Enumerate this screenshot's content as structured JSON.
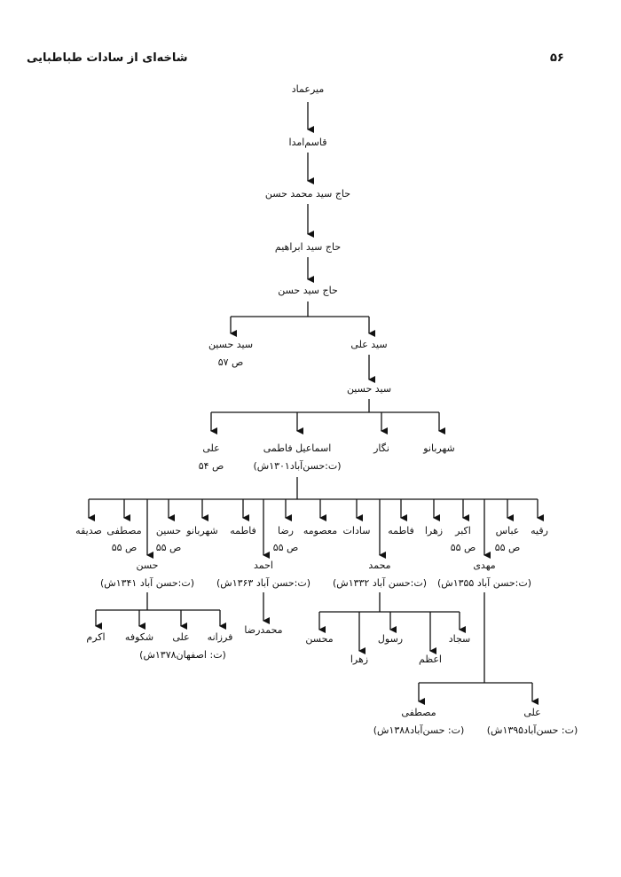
{
  "header": {
    "page_number": "۵۶",
    "title": "شاخه‌ای از سادات طباطبایی"
  },
  "tree": {
    "n1": "میرعماد",
    "n2": "قاسم‌امدا",
    "n3": "حاج سید محمد حسن",
    "n4": "حاج سید ابراهیم",
    "n5": "حاج سید حسن",
    "g1": {
      "seyed_hossein": "سید حسین",
      "seyed_hossein_ref": "ص ۵۷",
      "seyed_ali": "سید علی"
    },
    "n6": "سید حسین",
    "g2": {
      "ali": "علی",
      "ali_ref": "ص ۵۴",
      "esmail": "اسماعیل فاطمی",
      "esmail_note": "(ت:حسن‌آباد۱۳۰۱ش)",
      "negar": "نگار",
      "shahrbanoo": "شهربانو"
    },
    "g3": {
      "sedigheh": "صدیقه",
      "mostafa": "مصطفی",
      "mostafa_ref": "ص ۵۵",
      "hossein": "حسین",
      "hossein_ref": "ص ۵۵",
      "shahrbanoo": "شهربانو",
      "fatemeh1": "فاطمه",
      "reza": "رضا",
      "reza_ref": "ص ۵۵",
      "masoumeh": "معصومه",
      "sadat": "سادات",
      "fatemeh2": "فاطمه",
      "zahra": "زهرا",
      "akbar": "اکبر",
      "akbar_ref": "ص ۵۵",
      "abbas": "عباس",
      "abbas_ref": "ص ۵۵",
      "roghayeh": "رقیه",
      "hasan": "حسن",
      "hasan_note": "(ت:حسن آباد ۱۳۴۱ش)",
      "ahmad": "احمد",
      "ahmad_note": "(ت:حسن آباد ۱۳۶۳ش)",
      "mohammad": "محمد",
      "mohammad_note": "(ت:حسن آباد ۱۳۳۲ش)",
      "mahdi": "مهدی",
      "mahdi_note": "(ت:حسن آباد ۱۳۵۵ش)"
    },
    "hasan_children": {
      "akram": "اکرم",
      "shokoufeh": "شکوفه",
      "ali": "علی",
      "farzaneh": "فرزانه",
      "note": "(ت: اصفهان۱۳۷۸ش)"
    },
    "ahmad_children": {
      "mohammadreza": "محمدرضا"
    },
    "mohammad_children": {
      "mohsen": "محسن",
      "zahra": "زهرا",
      "rasoul": "رسول",
      "azam": "اعظم",
      "sajjad": "سجاد"
    },
    "mahdi_children": {
      "mostafa": "مصطفی",
      "mostafa_note": "(ت: حسن‌آباد۱۳۸۸ش)",
      "ali": "علی",
      "ali_note": "(ت: حسن‌آباد۱۳۹۵ش)"
    }
  }
}
